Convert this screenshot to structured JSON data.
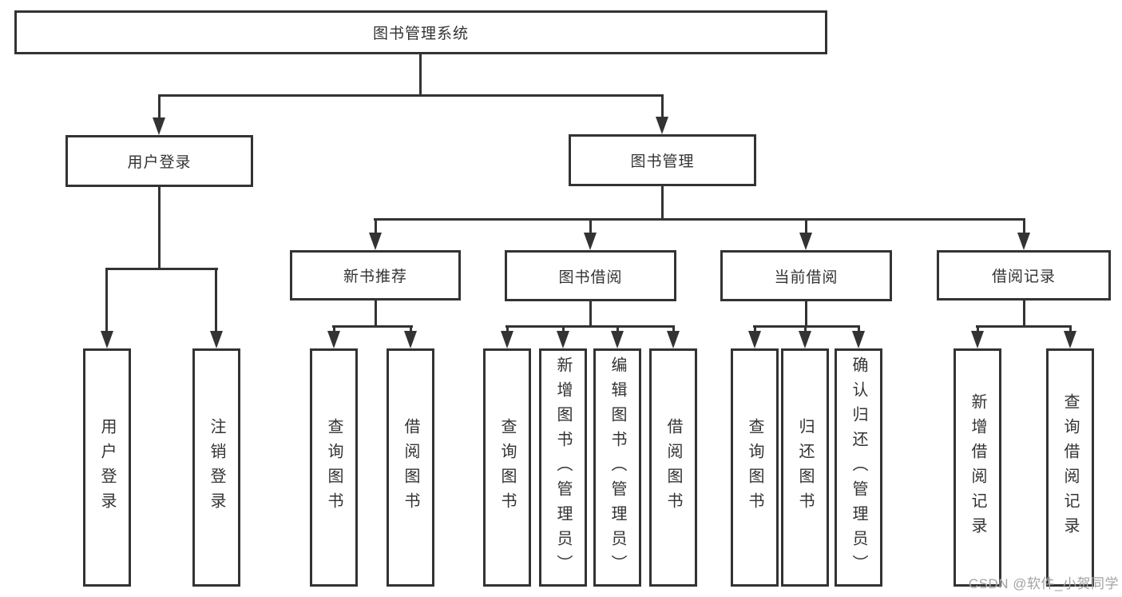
{
  "title": "图书管理系统",
  "level2": {
    "user_login": "用户登录",
    "book_mgmt": "图书管理"
  },
  "level3": {
    "new_rec": "新书推荐",
    "borrow": "图书借阅",
    "current": "当前借阅",
    "records": "借阅记录"
  },
  "leaves": {
    "user_login": [
      "用户登录",
      "注销登录"
    ],
    "new_rec": [
      "查询图书",
      "借阅图书"
    ],
    "borrow": [
      "查询图书",
      "新增图书（管理员）",
      "编辑图书（管理员）",
      "借阅图书"
    ],
    "current": [
      "查询图书",
      "归还图书",
      "确认归还（管理员）"
    ],
    "records": [
      "新增借阅记录",
      "查询借阅记录"
    ]
  },
  "watermark": "CSDN @软件_小贺同学",
  "colors": {
    "line": "#333333",
    "text": "#333333",
    "watermark": "#a3a3a3",
    "background": "#ffffff"
  }
}
